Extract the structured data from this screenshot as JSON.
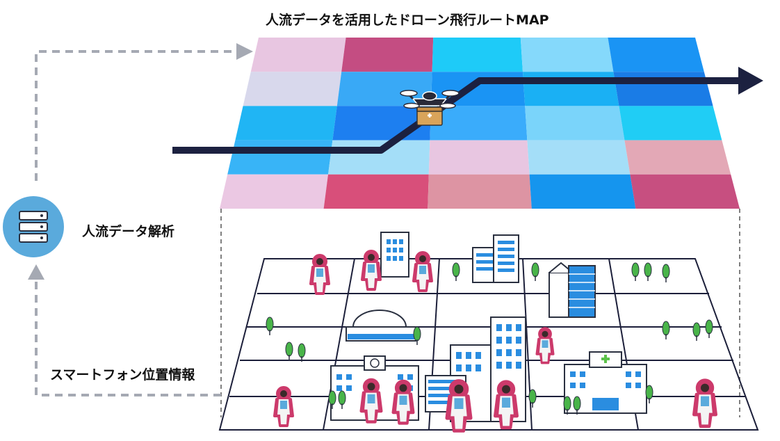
{
  "title": "人流データを活用したドローン飛行ルートMAP",
  "analysis_label": "人流データ解析",
  "smartphone_label": "スマートフォン位置情報",
  "colors": {
    "route": "#1c2140",
    "dashed_arrow": "#a5a9b3",
    "server_circle": "#5aaadc",
    "city_lines": "#1c1f3a",
    "person_outline": "#cc3a6b",
    "tree": "#49b449",
    "hospital_cross": "#5cc24a"
  },
  "heatmap": {
    "rows": 5,
    "cols": 5,
    "cells": [
      [
        "#e8c6e1",
        "#c44d82",
        "#1ecbf8",
        "#85d9fb",
        "#1a94f4"
      ],
      [
        "#d8d8ec",
        "#39a9f6",
        "#1a94f4",
        "#1ab0f4",
        "#1a7ce6"
      ],
      [
        "#20b5f4",
        "#1d7ff0",
        "#3aacfb",
        "#7ad4fa",
        "#20cdf5"
      ],
      [
        "#38b4f7",
        "#a4def8",
        "#e8c6e1",
        "#a4def8",
        "#e3a8b6"
      ],
      [
        "#ebc8e3",
        "#d84f7a",
        "#dd94a3",
        "#1595ee",
        "#c74f80"
      ]
    ]
  }
}
